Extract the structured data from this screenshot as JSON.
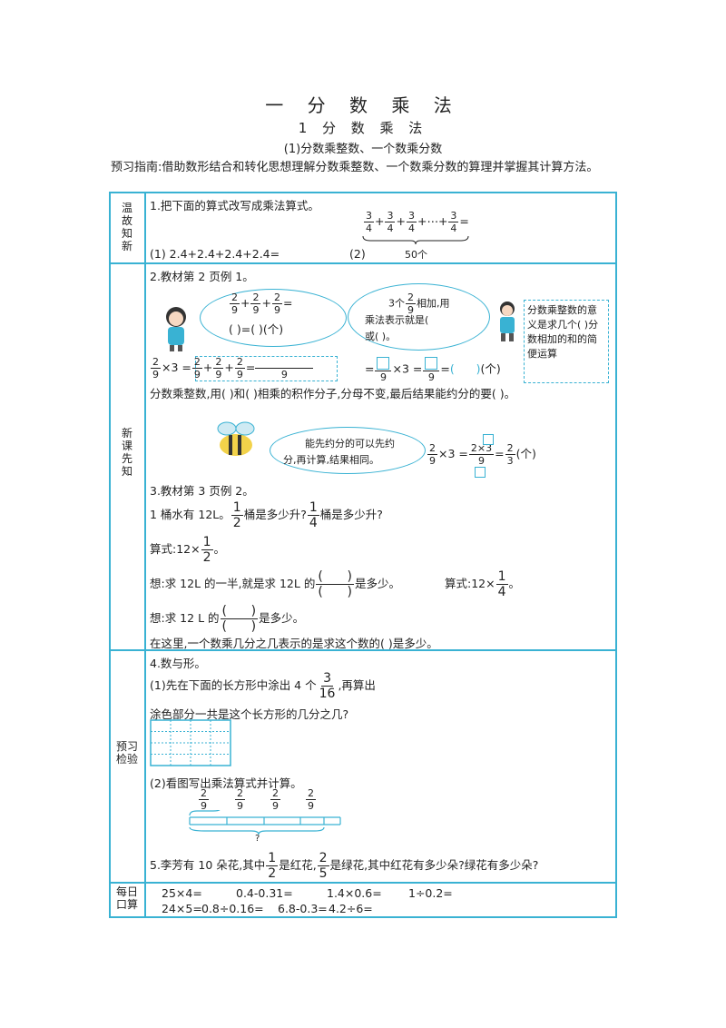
{
  "header": {
    "title": "一  分 数 乘 法",
    "subtitle": "1  分 数 乘 法",
    "section": "(1)分数乘整数、一个数乘分数",
    "guide": "预习指南:借助数形结合和转化思想理解分数乘整数、一个数乘分数的算理并掌握其计算方法。"
  },
  "sections": {
    "review": "温故知新",
    "newlesson": "新课先知",
    "check": "预习检验",
    "daily": "每日口算"
  },
  "review": {
    "q1": "1.把下面的算式改写成乘法算式。",
    "frac_num": "3",
    "frac_den": "4",
    "expr_mid": "+",
    "expr_dots": "+⋯+",
    "expr_eq": "=",
    "brace_label": "50个",
    "item1": "(1) 2.4+2.4+2.4+2.4=",
    "item2": "(2)"
  },
  "lesson": {
    "q2": "2.教材第 2 页例 1。",
    "bubble1_expr": "+ + =",
    "bubble1_line2": "(    )=(    )(个)",
    "bubble2_a": "3个",
    "bubble2_b": "相加,用",
    "bubble2_c": "乘法表示就是(",
    "bubble2_d": "或(       )。",
    "note": "分数乘整数的意义是求几个(   )分数相加的和的简便运算",
    "calc_line": "×3 = + + =",
    "calc_line2": "= ×3 = = (        )(个)",
    "rule": "分数乘整数,用(      )和(      )相乘的积作分子,分母不变,最后结果能约分的要(   )。",
    "bee_text1": "能先约分的可以先约",
    "bee_text2": "分,再计算,结果相同。",
    "bee_calc": "×3 =        =    (个)",
    "two": "2",
    "three": "3",
    "nine": "9",
    "q3": "3.教材第 3 页例 2。",
    "ex2": "1 桶水有 12L。",
    "ex2_b": "桶是多少升?",
    "ex2_c": "桶是多少升?",
    "formula1": "算式:12×",
    "think1": "想:求 12L 的一半,就是求 12L 的",
    "think1_b": "是多少。",
    "formula2": "算式:12×",
    "think2": "想:求 12  L 的",
    "think2_b": "是多少。",
    "summary": "在这里,一个数乘几分之几表示的是求这个数的(                  )是多少。",
    "one": "1",
    "half_den": "2",
    "quarter_den": "4"
  },
  "check": {
    "q4": "4.数与形。",
    "p1": "(1)先在下面的长方形中涂出 4 个",
    "p1_num": "3",
    "p1_den": "16",
    "p1_b": ",再算出",
    "p1_c": "涂色部分一共是这个长方形的几分之几?",
    "p2": "(2)看图写出乘法算式并计算。",
    "seg_num": "2",
    "seg_den": "9",
    "question_mark": "?",
    "q5": "5.李芳有 10 朵花,其中",
    "q5_b": "是红花,",
    "q5_num2": "2",
    "q5_den2": "5",
    "q5_c": "是绿花,其中红花有多少朵?绿花有多少朵?"
  },
  "daily": {
    "row1": [
      "25×4=",
      "0.4-0.31=",
      "1.4×0.6=",
      "1÷0.2="
    ],
    "row2": [
      "24×5=",
      "0.8÷0.16=",
      "6.8-0.3=",
      "4.2÷6="
    ]
  },
  "colors": {
    "accent": "#39b2d3"
  }
}
